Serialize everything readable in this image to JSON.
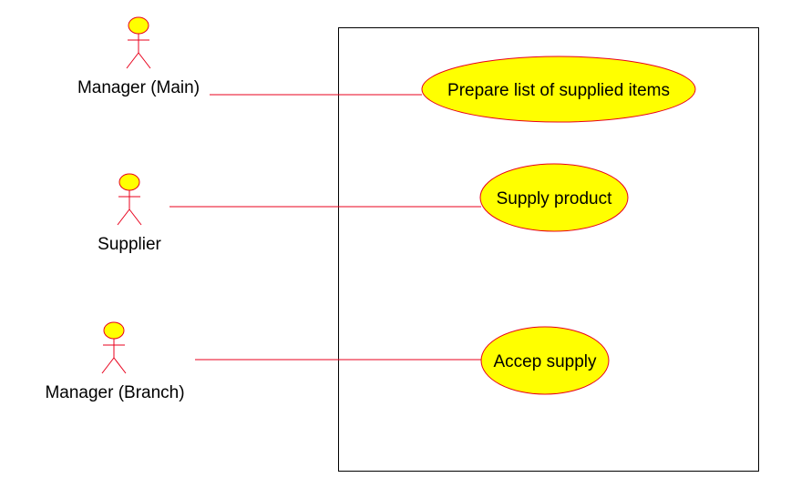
{
  "diagram": {
    "actors": [
      {
        "id": "manager-main",
        "label": "Manager (Main)"
      },
      {
        "id": "supplier",
        "label": "Supplier"
      },
      {
        "id": "manager-branch",
        "label": "Manager (Branch)"
      }
    ],
    "use_cases": [
      {
        "id": "prepare-list",
        "label": "Prepare list of supplied items"
      },
      {
        "id": "supply-product",
        "label": "Supply product"
      },
      {
        "id": "accep-supply",
        "label": "Accep supply"
      }
    ],
    "associations": [
      {
        "from": "manager-main",
        "to": "prepare-list"
      },
      {
        "from": "supplier",
        "to": "supply-product"
      },
      {
        "from": "manager-branch",
        "to": "accep-supply"
      }
    ],
    "colors": {
      "actor_fill": "#ffff00",
      "actor_stroke": "#e8001c",
      "usecase_fill": "#ffff00",
      "usecase_stroke": "#e8001c",
      "association": "#e8001c",
      "system_boundary": "#000000"
    }
  }
}
